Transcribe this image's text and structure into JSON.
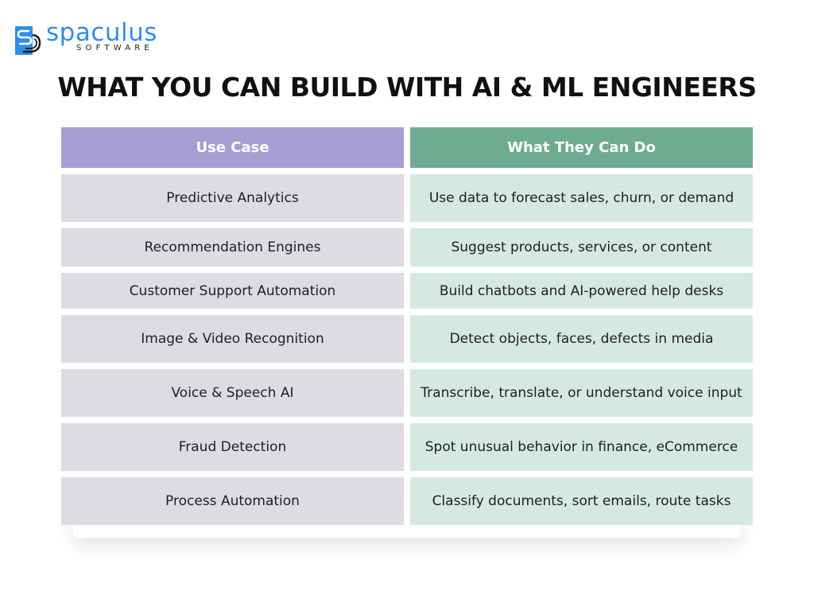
{
  "brand": {
    "name": "spaculus",
    "tagline": "SOFTWARE",
    "logo_icon": "spaculus-s-logo-icon",
    "colors": {
      "brand_blue": "#2f8ee6"
    }
  },
  "title": "WHAT YOU CAN BUILD WITH AI & ML ENGINEERS",
  "table": {
    "headers": [
      "Use Case",
      "What They Can Do"
    ],
    "header_colors": [
      "#a49ed3",
      "#6fab93"
    ],
    "cell_colors": [
      "#dedbe3",
      "#d4eae0"
    ],
    "rows": [
      [
        "Predictive Analytics",
        "Use data to forecast sales, churn, or demand"
      ],
      [
        "Recommendation Engines",
        "Suggest products, services, or content"
      ],
      [
        "Customer Support Automation",
        "Build chatbots and AI-powered help desks"
      ],
      [
        "Image & Video Recognition",
        "Detect objects, faces, defects in media"
      ],
      [
        "Voice & Speech AI",
        "Transcribe, translate, or understand voice input"
      ],
      [
        "Fraud Detection",
        "Spot unusual behavior in finance, eCommerce"
      ],
      [
        "Process Automation",
        "Classify documents, sort emails, route tasks"
      ]
    ]
  }
}
